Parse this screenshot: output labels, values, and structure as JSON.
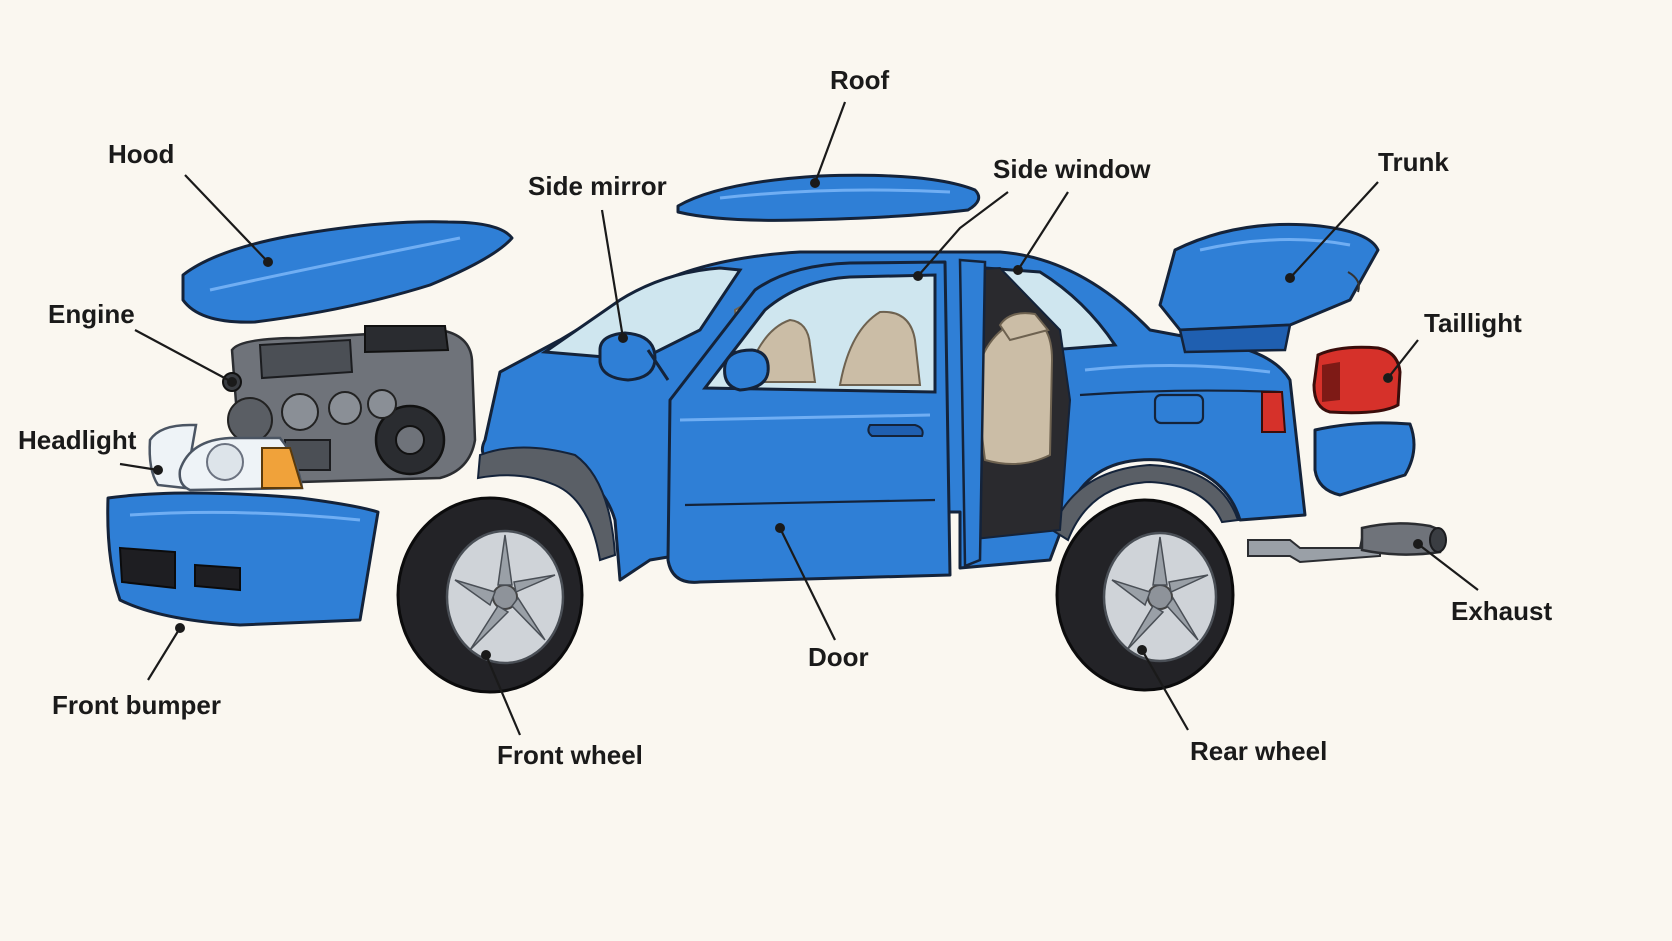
{
  "labels": {
    "hood": "Hood",
    "roof": "Roof",
    "side_mirror": "Side mirror",
    "side_window": "Side window",
    "trunk": "Trunk",
    "engine": "Engine",
    "taillight": "Taillight",
    "headlight": "Headlight",
    "exhaust": "Exhaust",
    "door": "Door",
    "front_bumper": "Front bumper",
    "front_wheel": "Front wheel",
    "rear_wheel": "Rear wheel"
  },
  "colors": {
    "background": "#faf7f0",
    "body_blue": "#2f7fd6",
    "taillight_red": "#d6312a",
    "headlight_amber": "#f0a23a"
  }
}
